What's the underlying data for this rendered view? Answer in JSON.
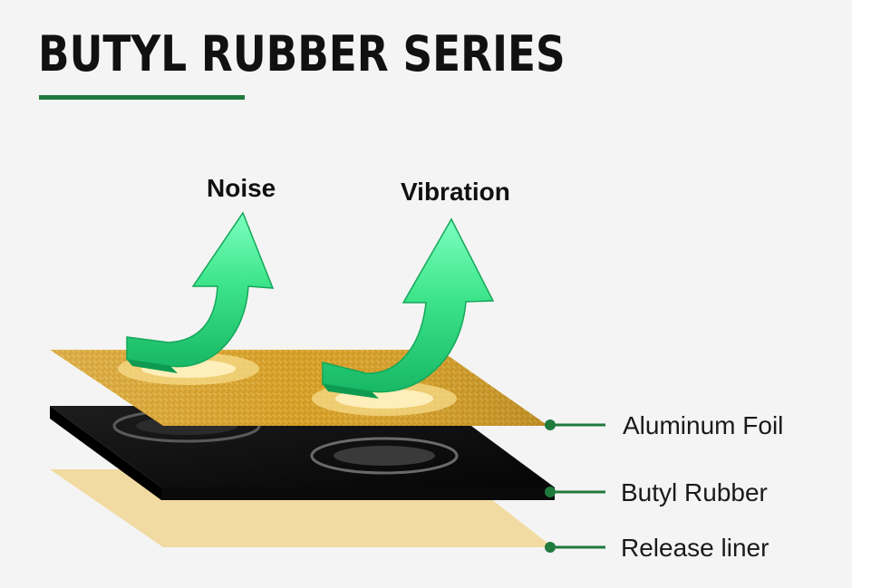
{
  "header": {
    "title": "BUTYL RUBBER SERIES",
    "accent_color": "#1f7a3c"
  },
  "arrows": [
    {
      "label": "Noise",
      "icon": "up-arrow-icon",
      "color": "#3ee58b"
    },
    {
      "label": "Vibration",
      "icon": "up-arrow-icon",
      "color": "#3ee58b"
    }
  ],
  "layers": [
    {
      "label": "Aluminum Foil",
      "color": "#d9a52a"
    },
    {
      "label": "Butyl Rubber",
      "color": "#111111"
    },
    {
      "label": "Release liner",
      "color": "#f2dba2"
    }
  ]
}
